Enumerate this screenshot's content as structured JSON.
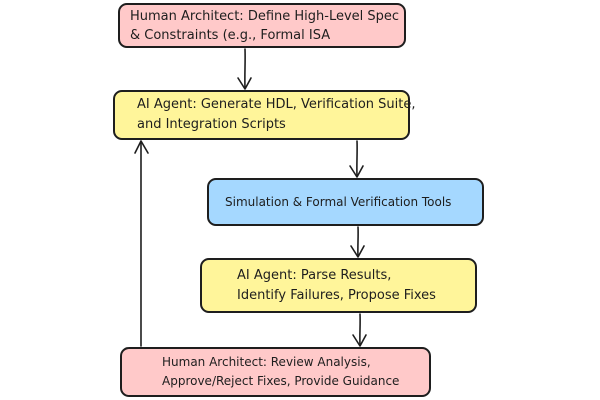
{
  "diagram": {
    "nodes": {
      "spec": {
        "line1": "Human Architect: Define High-Level Spec",
        "line2": "& Constraints (e.g., Formal ISA"
      },
      "generate": {
        "line1": "AI Agent: Generate HDL, Verification Suite,",
        "line2": "and Integration Scripts"
      },
      "tools": {
        "line1": "Simulation & Formal Verification Tools"
      },
      "parse": {
        "line1": "AI Agent: Parse Results,",
        "line2": "Identify Failures, Propose Fixes"
      },
      "review": {
        "line1": "Human Architect: Review Analysis,",
        "line2": "Approve/Reject Fixes, Provide Guidance"
      }
    },
    "colors": {
      "human": "#ffc9c9",
      "ai": "#fff59a",
      "tools": "#a5d8ff",
      "stroke": "#1e1e1e"
    },
    "edges": [
      {
        "from": "spec",
        "to": "generate"
      },
      {
        "from": "generate",
        "to": "tools"
      },
      {
        "from": "tools",
        "to": "parse"
      },
      {
        "from": "parse",
        "to": "review"
      },
      {
        "from": "review",
        "to": "generate"
      }
    ]
  }
}
